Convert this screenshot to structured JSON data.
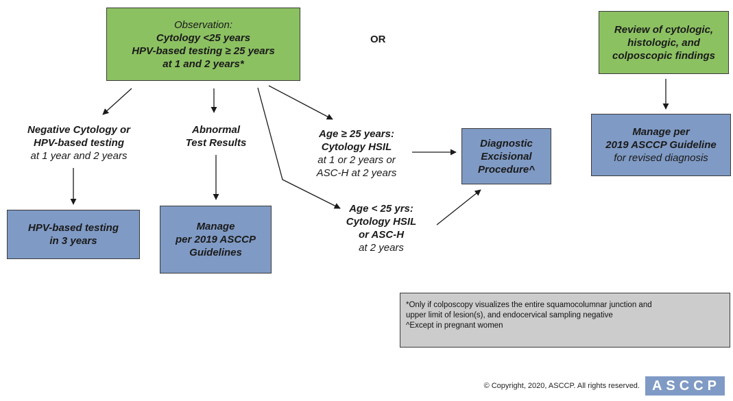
{
  "observation_box": {
    "line1": "Observation:",
    "line2": "Cytology <25 years",
    "line3": "HPV-based testing ≥ 25 years",
    "line4": "at 1 and 2 years*"
  },
  "or_label": "OR",
  "review_box": {
    "line1": "Review of cytologic,",
    "line2": "histologic, and",
    "line3": "colposcopic findings"
  },
  "negative_branch": {
    "line1": "Negative Cytology or",
    "line2": "HPV-based testing",
    "line3": "at 1 year and 2 years"
  },
  "abnormal_branch": {
    "line1": "Abnormal",
    "line2": "Test Results"
  },
  "age_ge25_branch": {
    "line1": "Age ≥ 25 years:",
    "line2": "Cytology HSIL",
    "line3": "at 1 or 2 years or",
    "line4": "ASC-H at 2 years"
  },
  "age_lt25_branch": {
    "line1": "Age < 25 yrs:",
    "line2": "Cytology HSIL",
    "line3": "or ASC-H",
    "line4": "at 2 years"
  },
  "hpv_box": {
    "line1": "HPV-based testing",
    "line2": "in 3 years"
  },
  "manage_box": {
    "line1": "Manage",
    "line2": "per 2019 ASCCP",
    "line3": "Guidelines"
  },
  "diagnostic_box": {
    "line1": "Diagnostic",
    "line2": "Excisional",
    "line3": "Procedure^"
  },
  "manage_revised_box": {
    "line1": "Manage per",
    "line2": "2019 ASCCP Guideline",
    "line3": "for revised diagnosis"
  },
  "footnote": {
    "line1": "*Only if colposcopy visualizes the entire squamocolumnar junction and",
    "line2": "upper limit of lesion(s), and endocervical sampling negative",
    "line3": "^Except in pregnant women"
  },
  "footer": {
    "copyright": "© Copyright, 2020, ASCCP. All rights reserved.",
    "logo": "ASCCP"
  },
  "colors": {
    "green_box": "#8cc162",
    "blue_box": "#7f9ac4",
    "note_box": "#cccccc"
  }
}
